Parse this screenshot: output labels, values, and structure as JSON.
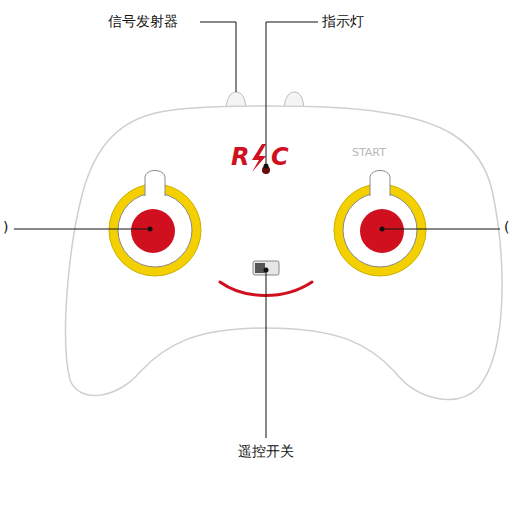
{
  "diagram": {
    "labels": [
      "信号发射器",
      "指示灯",
      ")",
      "R",
      "C",
      "START",
      "(",
      "遥控开关"
    ]
  }
}
